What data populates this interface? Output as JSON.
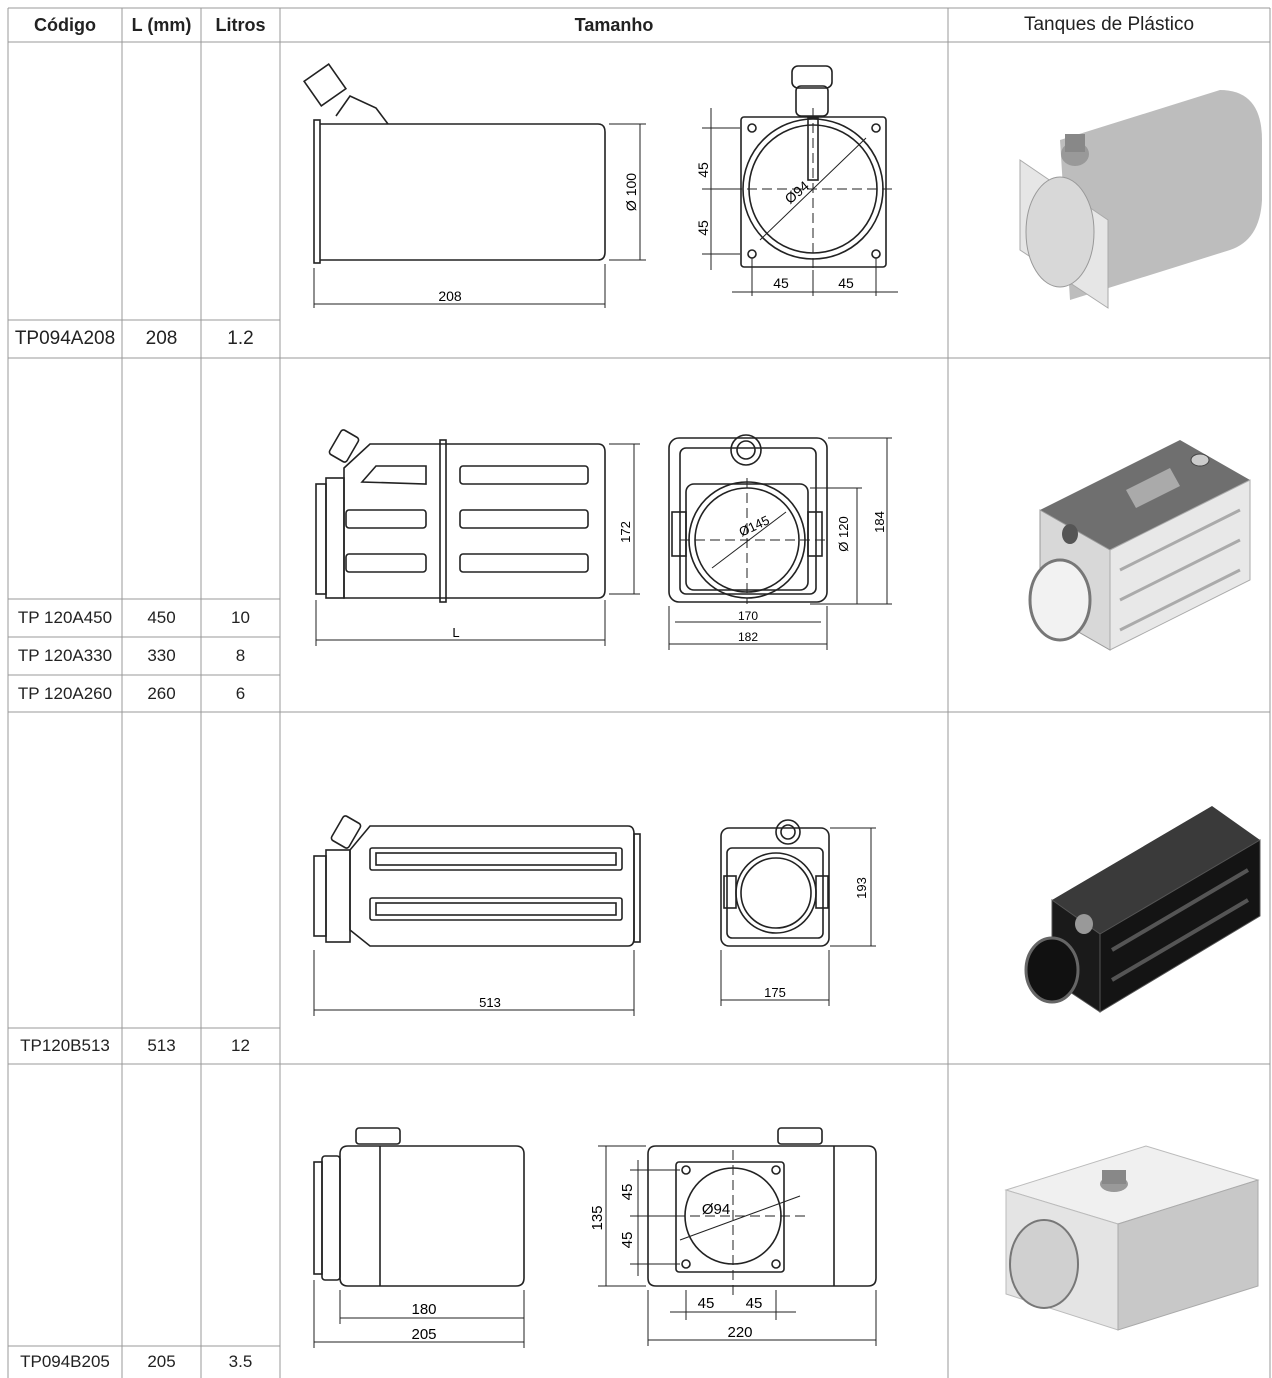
{
  "table": {
    "headers": {
      "codigo": "Código",
      "l_mm": "L (mm)",
      "litros": "Litros",
      "tamanho": "Tamanho",
      "tanques": "Tanques de Plástico"
    },
    "group1": {
      "rows": [
        {
          "codigo": "TP094A208",
          "l": "208",
          "litros": "1.2"
        }
      ]
    },
    "group2": {
      "rows": [
        {
          "codigo": "TP 120A450",
          "l": "450",
          "litros": "10"
        },
        {
          "codigo": "TP 120A330",
          "l": "330",
          "litros": "8"
        },
        {
          "codigo": "TP 120A260",
          "l": "260",
          "litros": "6"
        }
      ]
    },
    "group3": {
      "rows": [
        {
          "codigo": "TP120B513",
          "l": "513",
          "litros": "12"
        }
      ]
    },
    "group4": {
      "rows": [
        {
          "codigo": "TP094B205",
          "l": "205",
          "litros": "3.5"
        }
      ]
    }
  },
  "drawings": {
    "d1": {
      "diameter": "Ø 100",
      "length": "208",
      "bore": "Ø94",
      "h1": "45",
      "h2": "45",
      "w1": "45",
      "w2": "45"
    },
    "d2": {
      "height": "172",
      "length": "L",
      "bore": "Ø145",
      "diameter": "Ø 120",
      "height2": "184",
      "w1": "170",
      "w2": "182"
    },
    "d3": {
      "length": "513",
      "height": "193",
      "width": "175"
    },
    "d4": {
      "w1": "180",
      "w2": "205",
      "height": "135",
      "h1": "45",
      "h2": "45",
      "bore": "Ø94",
      "w3": "45",
      "w4": "45",
      "width": "220"
    }
  }
}
